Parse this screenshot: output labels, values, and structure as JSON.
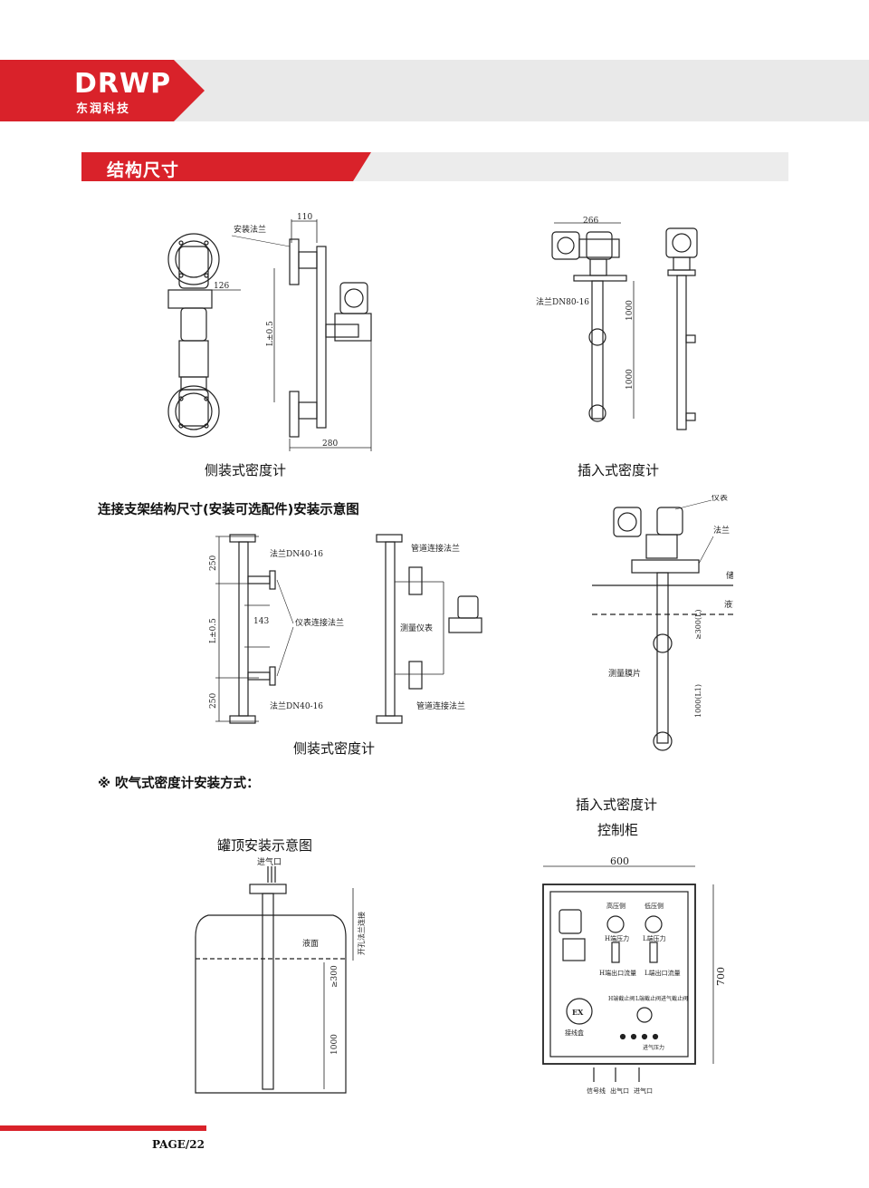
{
  "brand": {
    "logo": "DRWP",
    "name_cn": "东润科技",
    "accent": "#d9222a"
  },
  "section": {
    "title": "结构尺寸"
  },
  "captions": {
    "side_top": "侧装式密度计",
    "insert_top": "插入式密度计",
    "bracket_title": "连接支架结构尺寸(安装可选配件)安装示意图",
    "side_mid": "侧装式密度计",
    "blow_title": "※ 吹气式密度计安装方式：",
    "insert_mid": "插入式密度计",
    "cabinet_title": "控制柜",
    "tanktop_title": "罐顶安装示意图"
  },
  "fig1": {
    "label_flange": "安装法兰",
    "dim_top": "110",
    "dim_side": "126",
    "dim_bottom": "280",
    "dim_len": "L±0.5"
  },
  "fig2": {
    "dim_top": "266",
    "flange": "法兰DN80-16",
    "d1": "1000",
    "d2": "1000"
  },
  "fig3": {
    "flange_top": "法兰DN40-16",
    "flange_bottom": "法兰DN40-16",
    "inst_flange": "仪表连接法兰",
    "d_top": "250",
    "d_mid": "L±0.5",
    "d_bot": "250",
    "d_center": "143",
    "pipe_top": "管道连接法兰",
    "pipe_bottom": "管道连接法兰",
    "meter": "测量仪表"
  },
  "fig4": {
    "instrument": "仪表",
    "flange": "法兰",
    "tank": "储罐",
    "level": "液面",
    "membrane": "测量膜片",
    "d1": "≥300(L)",
    "d2": "1000(L1)"
  },
  "fig5": {
    "inlet": "进气口",
    "level": "液面",
    "d1": "≥300",
    "d2": "1000",
    "side_note": "开孔法兰连接"
  },
  "fig6": {
    "width": "600",
    "height": "700",
    "high_side": "高压侧",
    "low_side": "低压侧",
    "h_pressure": "H端压力",
    "l_pressure": "L端压力",
    "h_flow": "H端出口流量",
    "l_flow": "L端出口流量",
    "v_h": "H端截止阀",
    "v_l": "L端截止阀",
    "v_in": "进气截止阀",
    "junction": "接线盒",
    "inlet_pressure": "进气压力",
    "ex": "EX",
    "signal": "信号线",
    "out": "出气口",
    "in": "进气口"
  },
  "page": {
    "number": "PAGE/22"
  }
}
